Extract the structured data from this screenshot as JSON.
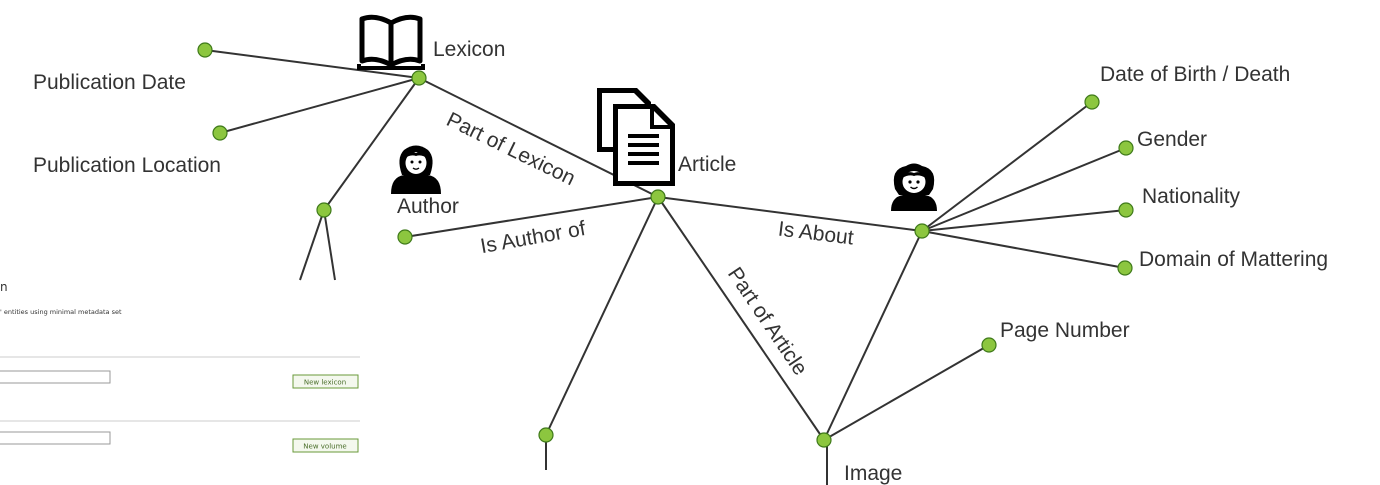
{
  "nodes": {
    "lexicon": "Lexicon",
    "publication_date": "Publication Date",
    "publication_location": "Publication Location",
    "author": "Author",
    "article": "Article",
    "date_of_birth_death": "Date of Birth / Death",
    "gender": "Gender",
    "nationality": "Nationality",
    "domain_of_mattering": "Domain of Mattering",
    "page_number": "Page Number",
    "image": "Image"
  },
  "edges": {
    "part_of_lexicon": "Part of Lexicon",
    "is_author_of": "Is Author of",
    "is_about": "Is About",
    "part_of_article": "Part of Article"
  },
  "icons": [
    "book-icon",
    "documents-icon",
    "author-avatar-icon",
    "person-avatar-icon"
  ],
  "colors": {
    "node_fill": "#8cc63f",
    "node_stroke": "#3f7a1a",
    "edge": "#333333",
    "button_border": "#6a9a3a"
  },
  "background_form": {
    "title_fragment": "n",
    "subtitle_fragment": "' entities using minimal metadata set",
    "new_lexicon_button": "New lexicon",
    "new_volume_button": "New volume"
  }
}
